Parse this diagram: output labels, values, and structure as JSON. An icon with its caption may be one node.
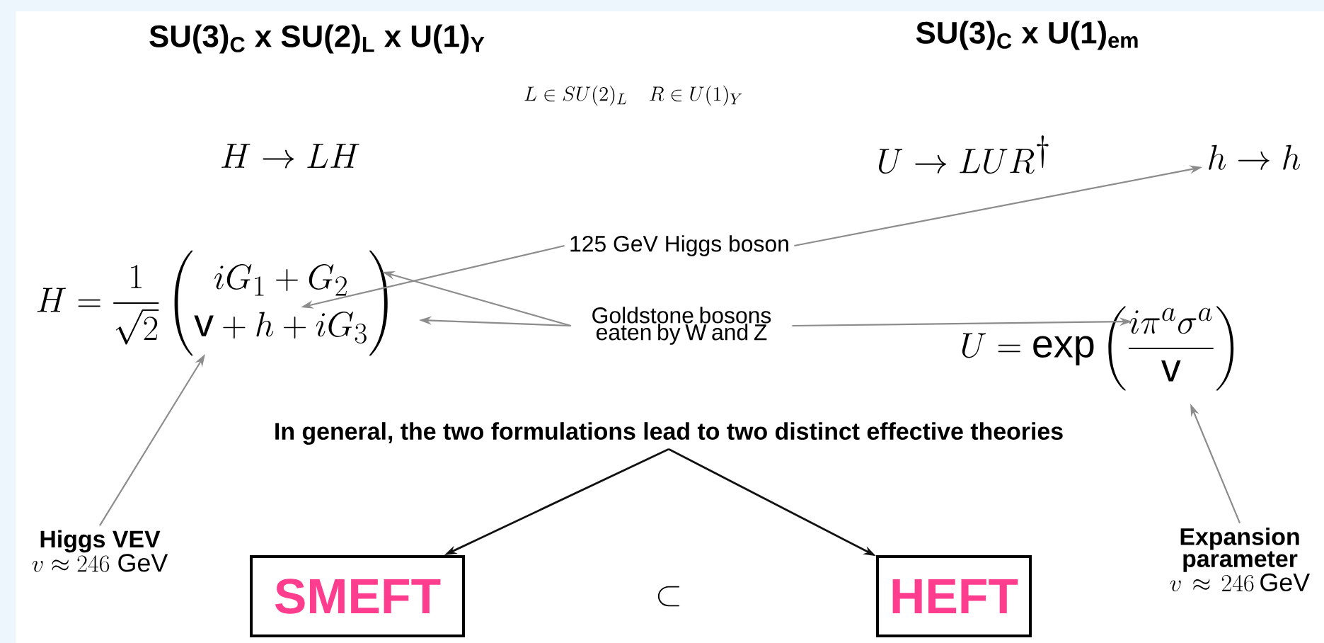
{
  "diagram": {
    "nodes": [
      {
        "text": [
          "h \\to h"
        ]
      },
      {
        "text": [
          "H = \\frac{1}{\\sqrt{2}} \\begin{pmatrix} iG_1 + G_2 \\\\ \\mathrm{v} + h + iG_3 \\end{pmatrix}"
        ]
      },
      {
        "text": [
          "125 GeV Higgs boson"
        ]
      },
      {
        "text": [
          "Goldstone bosons eaten by W and Z"
        ]
      },
      {
        "text": [
          "U = \\exp \\left( \\frac{i\\pi^a \\sigma^a}{\\mathrm{v}} \\right)"
        ]
      },
      {
        "text": [
          "In general, the two formulations lead to two distinct effective theories"
        ]
      },
      {
        "text": [
          "Higgs VEV",
          "v \\approx 246\\ \\mathrm{GeV}"
        ]
      },
      {
        "text": [
          "SMEFT"
        ]
      },
      {
        "text": [
          "HEFT"
        ]
      },
      {
        "text": [
          "Expansion parameter",
          "v \\approx 246\\ \\mathrm{GeV}"
        ]
      }
    ],
    "edges": [
      {
        "from": 2,
        "to": 1,
        "arrow": "to"
      },
      {
        "from": 2,
        "to": 0,
        "arrow": "to"
      },
      {
        "from": 3,
        "to": 1,
        "arrow": "to"
      },
      {
        "from": 3,
        "to": 1,
        "arrow": "to"
      },
      {
        "from": 3,
        "to": 4,
        "arrow": "to"
      },
      {
        "from": 6,
        "to": 1,
        "arrow": "to"
      },
      {
        "from": 9,
        "to": 4,
        "arrow": "to"
      },
      {
        "from": 5,
        "to": 7,
        "arrow": "to",
        "color": "#111111"
      },
      {
        "from": 5,
        "to": 8,
        "arrow": "to",
        "color": "#111111"
      }
    ],
    "labels": [
      "SU(3)$_{C}$ x SU(2)$_{L}$ x U(1)$_{Y}$",
      "SU(3)$_{C}$ x U(1)$_{em}$",
      "L \\in SU(2)_L \\quad R \\in U(1)_Y",
      "H \\to LH",
      "U \\to LUR^\\dagger",
      "\\subset"
    ]
  }
}
